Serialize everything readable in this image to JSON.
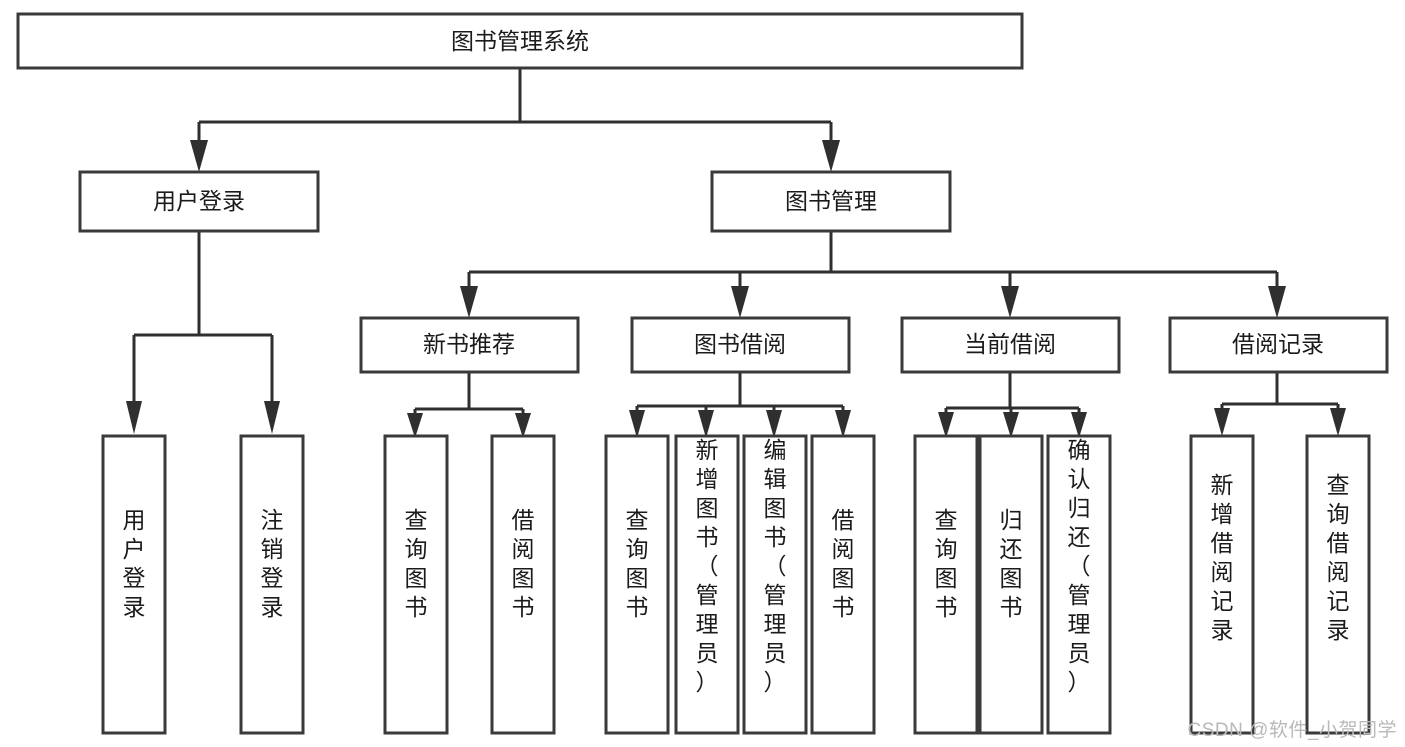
{
  "diagram": {
    "type": "tree",
    "title": "图书管理系统",
    "watermark": "CSDN @软件_小贺同学",
    "levels": {
      "root": {
        "id": "root",
        "label": "图书管理系统"
      },
      "level2": [
        {
          "id": "user-login",
          "label": "用户登录"
        },
        {
          "id": "book-manage",
          "label": "图书管理"
        }
      ],
      "level3": [
        {
          "id": "new-book-recommend",
          "label": "新书推荐",
          "parent": "book-manage"
        },
        {
          "id": "book-borrow",
          "label": "图书借阅",
          "parent": "book-manage"
        },
        {
          "id": "current-borrow",
          "label": "当前借阅",
          "parent": "book-manage"
        },
        {
          "id": "borrow-record",
          "label": "借阅记录",
          "parent": "book-manage"
        }
      ],
      "leaves": [
        {
          "id": "leaf-user-login",
          "label": "用户登录",
          "parent": "user-login"
        },
        {
          "id": "leaf-user-logout",
          "label": "注销登录",
          "parent": "user-login"
        },
        {
          "id": "leaf-query-book-1",
          "label": "查询图书",
          "parent": "new-book-recommend"
        },
        {
          "id": "leaf-borrow-book-1",
          "label": "借阅图书",
          "parent": "new-book-recommend"
        },
        {
          "id": "leaf-query-book-2",
          "label": "查询图书",
          "parent": "book-borrow"
        },
        {
          "id": "leaf-add-book",
          "label": "新增图书（管理员）",
          "parent": "book-borrow"
        },
        {
          "id": "leaf-edit-book",
          "label": "编辑图书（管理员）",
          "parent": "book-borrow"
        },
        {
          "id": "leaf-borrow-book-2",
          "label": "借阅图书",
          "parent": "book-borrow"
        },
        {
          "id": "leaf-query-book-3",
          "label": "查询图书",
          "parent": "current-borrow"
        },
        {
          "id": "leaf-return-book",
          "label": "归还图书",
          "parent": "current-borrow"
        },
        {
          "id": "leaf-confirm-return",
          "label": "确认归还（管理员）",
          "parent": "current-borrow"
        },
        {
          "id": "leaf-add-record",
          "label": "新增借阅记录",
          "parent": "borrow-record"
        },
        {
          "id": "leaf-query-record",
          "label": "查询借阅记录",
          "parent": "borrow-record"
        }
      ]
    },
    "colors": {
      "box_stroke": "#3a3a3a",
      "box_fill": "#ffffff",
      "line": "#2f2f2f",
      "text": "#1b1b1b",
      "watermark": "#b9b9b9",
      "background": "#ffffff"
    }
  }
}
